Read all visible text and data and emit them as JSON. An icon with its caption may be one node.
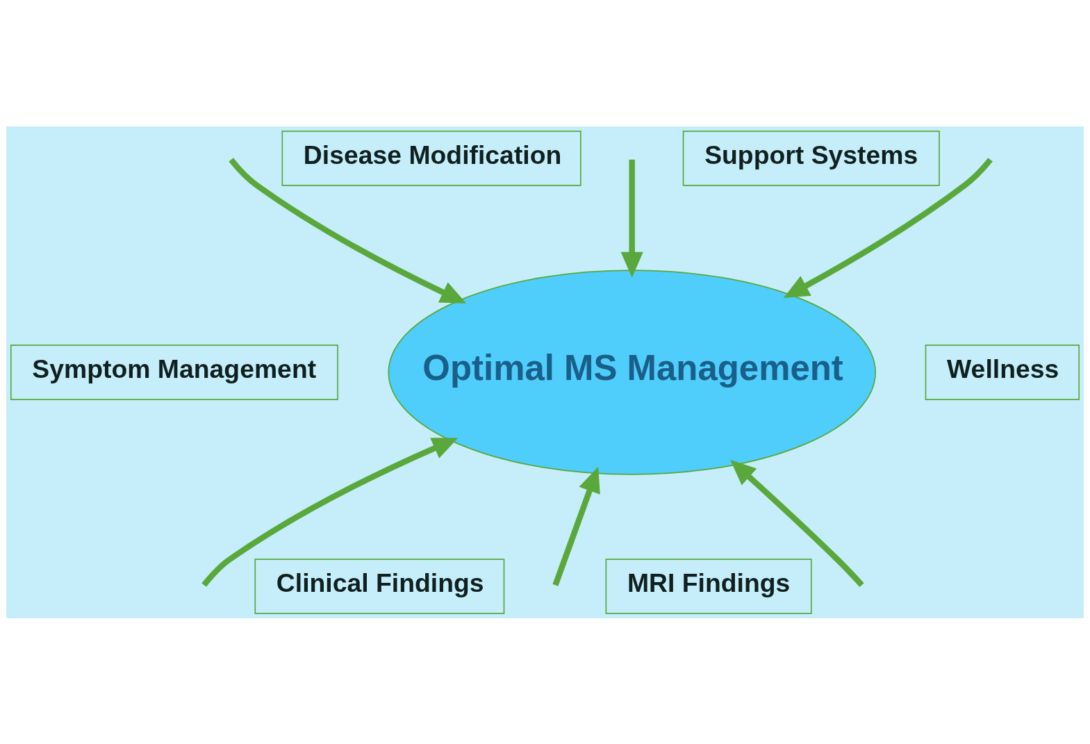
{
  "diagram": {
    "nodes": [
      {
        "text": [
          "Disease Modification"
        ]
      },
      {
        "text": [
          "Support Systems"
        ]
      },
      {
        "text": [
          "Symptom Management"
        ]
      },
      {
        "text": [
          "Optimal MS Management"
        ]
      },
      {
        "text": [
          "Wellness"
        ]
      },
      {
        "text": [
          "Clinical Findings"
        ]
      },
      {
        "text": [
          "MRI Findings"
        ]
      }
    ],
    "edges": [
      {
        "from": null,
        "to": 3,
        "arrow": "to"
      },
      {
        "from": null,
        "to": 3,
        "arrow": "to"
      },
      {
        "from": null,
        "to": 3,
        "arrow": "to"
      },
      {
        "from": null,
        "to": 3,
        "arrow": "to"
      },
      {
        "from": null,
        "to": 3,
        "arrow": "to"
      },
      {
        "from": null,
        "to": 3,
        "arrow": "to"
      }
    ]
  }
}
